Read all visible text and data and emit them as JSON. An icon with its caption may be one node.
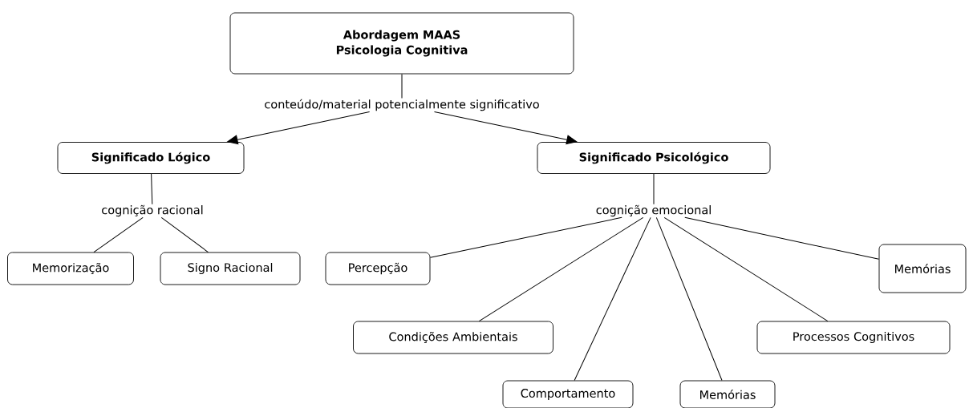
{
  "diagram": {
    "nodes": [
      {
        "text": [
          "**Abordagem MAAS** **Psicologia Cognitiva**"
        ]
      },
      {
        "text": [
          "conteúdo/material potencialmente significativo"
        ]
      },
      {
        "text": [
          "**Significado Lógico**"
        ]
      },
      {
        "text": [
          "**Significado Psicológico**"
        ]
      },
      {
        "text": [
          "cognição racional"
        ]
      },
      {
        "text": [
          "cognição emocional"
        ]
      },
      {
        "text": [
          "Memorização"
        ]
      },
      {
        "text": [
          "Signo Racional"
        ]
      },
      {
        "text": [
          "Percepção"
        ]
      },
      {
        "text": [
          "Memórias"
        ]
      },
      {
        "text": [
          "Condições Ambientais"
        ]
      },
      {
        "text": [
          "Processos Cognitivos"
        ]
      },
      {
        "text": [
          "Comportamento"
        ]
      },
      {
        "text": [
          "Memórias"
        ]
      }
    ],
    "edges": [
      {
        "from": 0,
        "to": 1,
        "arrow": "none"
      },
      {
        "from": 1,
        "to": 2,
        "arrow": "to"
      },
      {
        "from": 1,
        "to": 3,
        "arrow": "to"
      },
      {
        "from": 2,
        "to": 4,
        "arrow": "none"
      },
      {
        "from": 3,
        "to": 5,
        "arrow": "none"
      },
      {
        "from": 4,
        "to": 6,
        "arrow": "none"
      },
      {
        "from": 4,
        "to": 7,
        "arrow": "none"
      },
      {
        "from": 5,
        "to": 8,
        "arrow": "none"
      },
      {
        "from": 5,
        "to": 9,
        "arrow": "none"
      },
      {
        "from": 5,
        "to": 10,
        "arrow": "none"
      },
      {
        "from": 5,
        "to": 11,
        "arrow": "none"
      },
      {
        "from": 5,
        "to": 12,
        "arrow": "none"
      },
      {
        "from": 5,
        "to": 13,
        "arrow": "none"
      }
    ]
  }
}
